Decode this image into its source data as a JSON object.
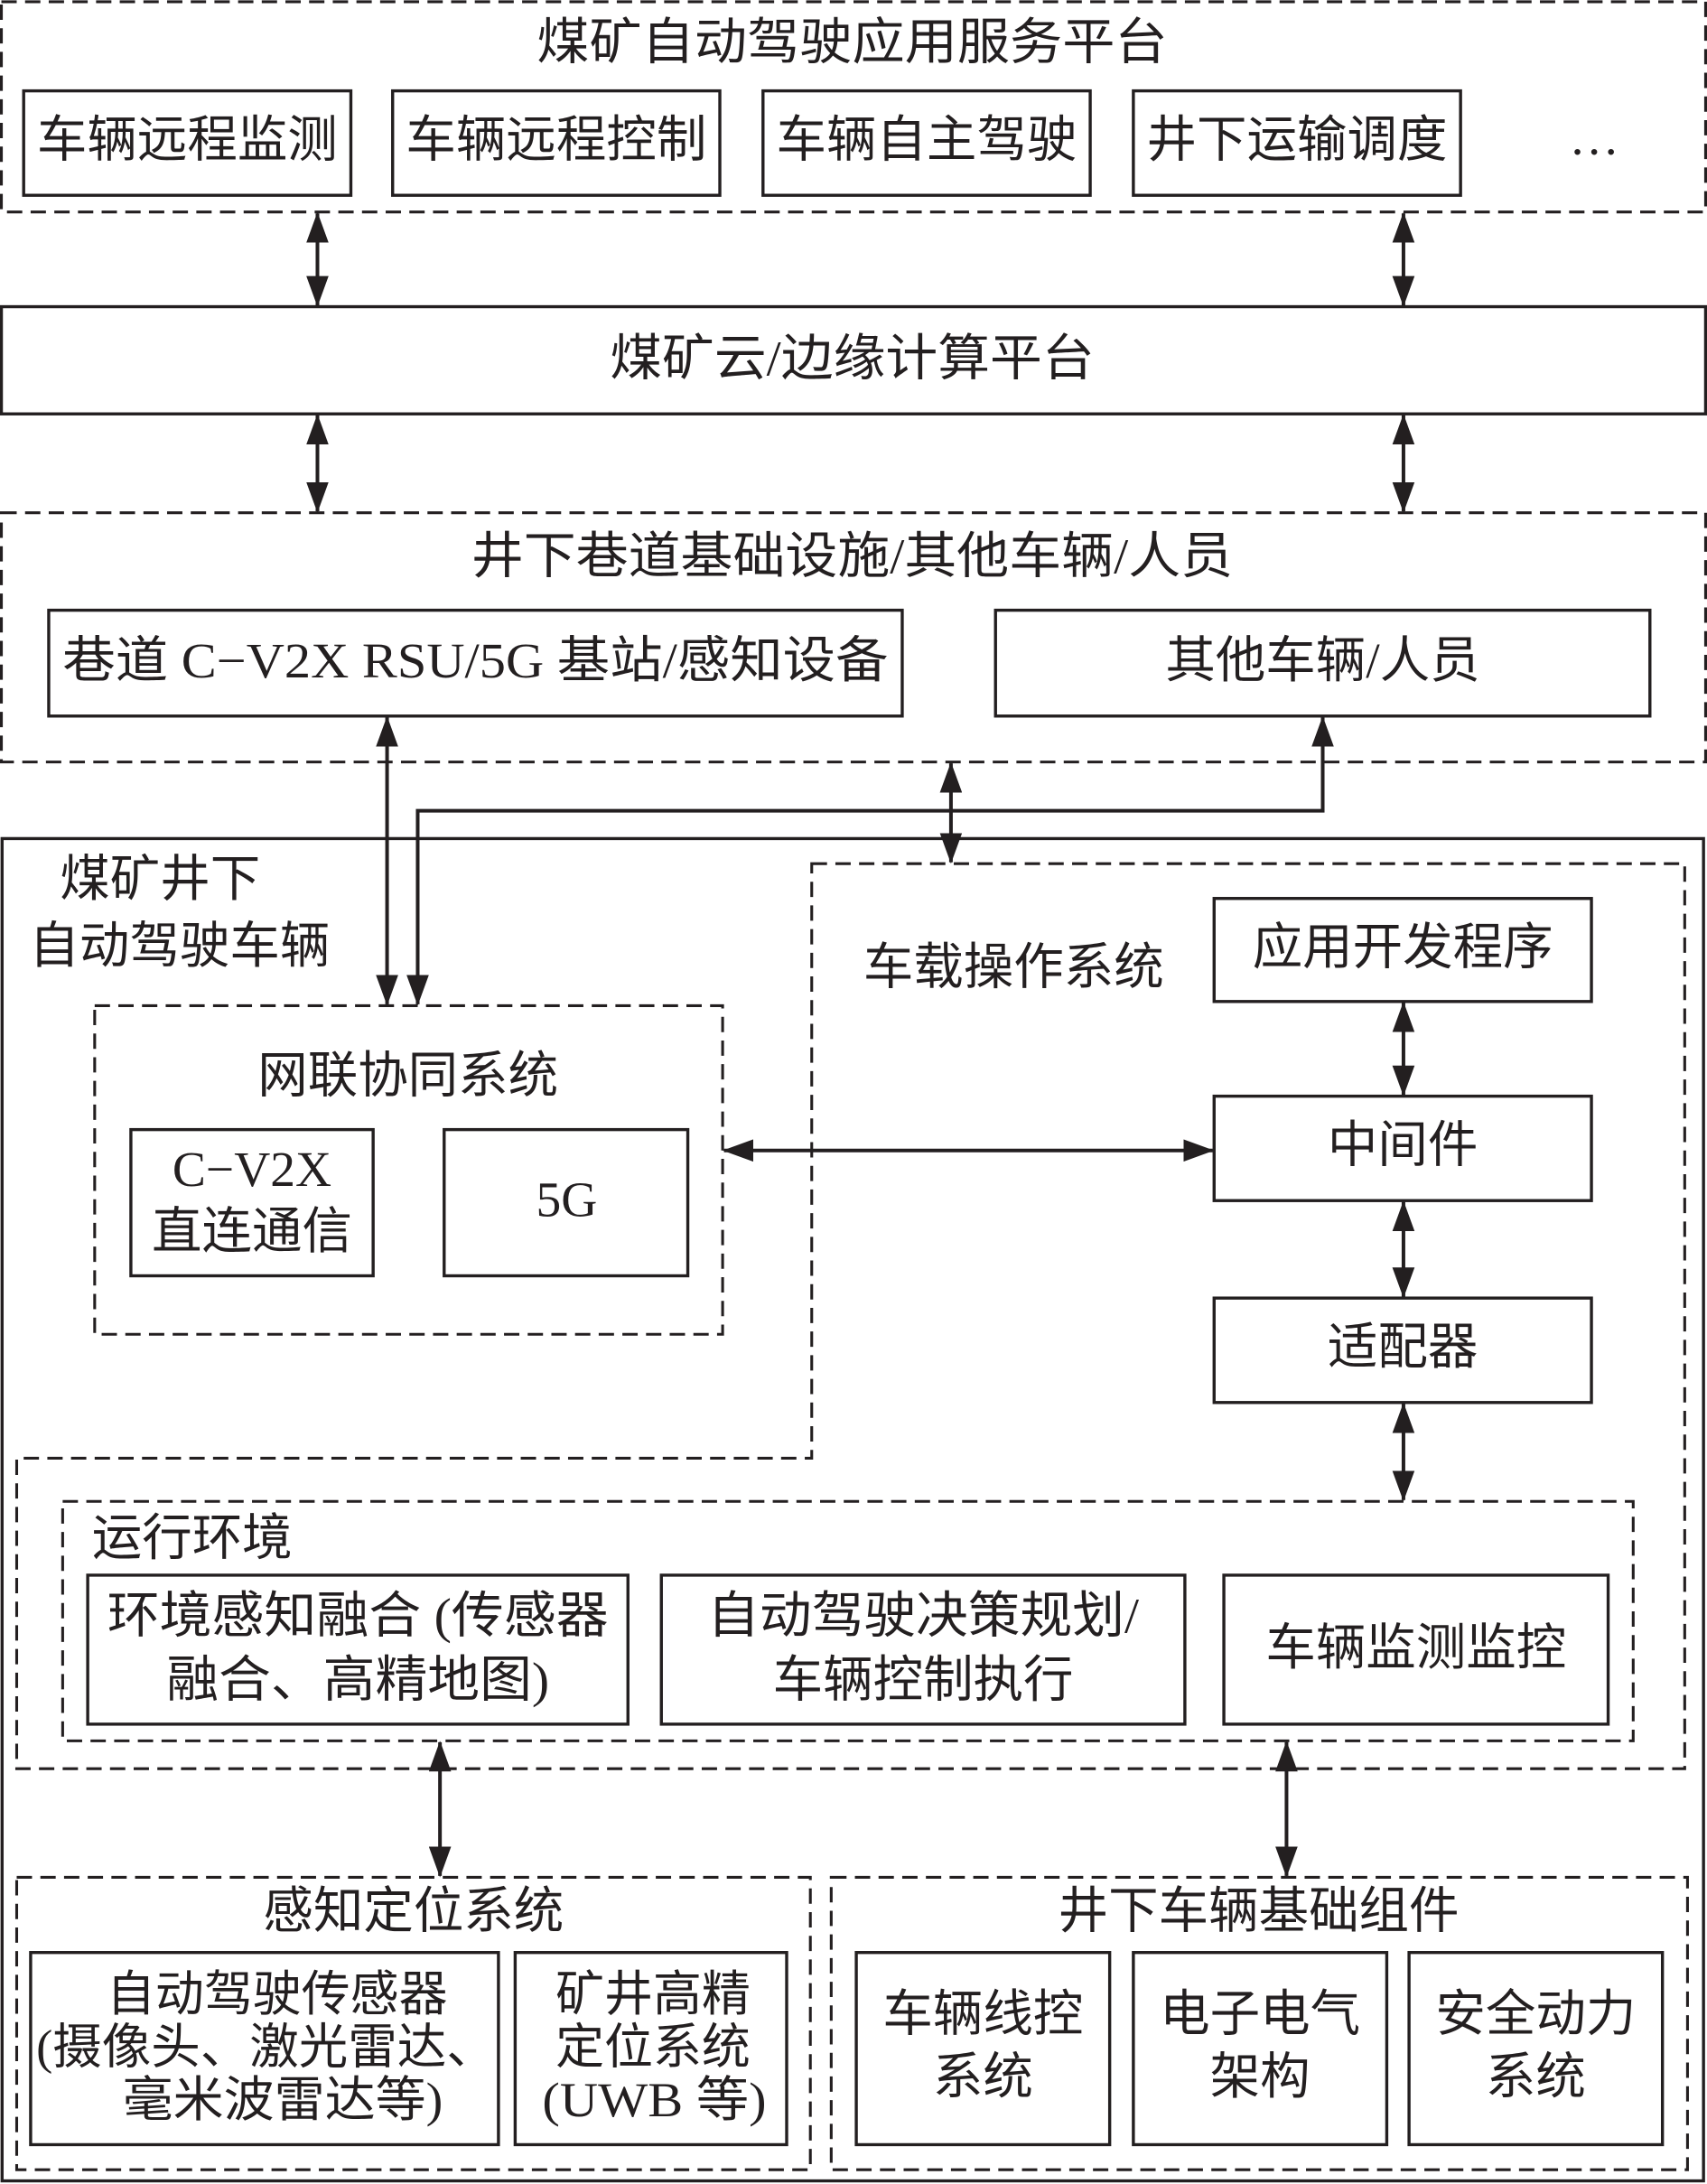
{
  "app_platform": {
    "title": "煤矿自动驾驶应用服务平台",
    "items": [
      "车辆远程监测",
      "车辆远程控制",
      "车辆自主驾驶",
      "井下运输调度"
    ],
    "more": "…"
  },
  "cloud_platform": {
    "title": "煤矿云/边缘计算平台"
  },
  "infrastructure": {
    "title": "井下巷道基础设施/其他车辆/人员",
    "roadway_devices": "巷道 C−V2X RSU/5G 基站/感知设备",
    "others": "其他车辆/人员"
  },
  "vehicle": {
    "title_lines": [
      "煤矿井下",
      "自动驾驶车辆"
    ],
    "network": {
      "title": "网联协同系统",
      "cv2x_lines": [
        "C−V2X",
        "直连通信"
      ],
      "fiveg": "5G"
    },
    "os": {
      "title": "车载操作系统",
      "app_dev": "应用开发程序",
      "middleware": "中间件",
      "adapter": "适配器",
      "runtime": {
        "title": "运行环境",
        "perception_lines": [
          "环境感知融合 (传感器",
          "融合、高精地图)"
        ],
        "decision_lines": [
          "自动驾驶决策规划/",
          "车辆控制执行"
        ],
        "monitoring": "车辆监测监控"
      }
    },
    "sensing": {
      "title": "感知定位系统",
      "sensors_lines": [
        "自动驾驶传感器",
        "(摄像头、激光雷达、",
        "毫米波雷达等)"
      ],
      "positioning_lines": [
        "矿井高精",
        "定位系统",
        "(UWB 等)"
      ]
    },
    "base_components": {
      "title": "井下车辆基础组件",
      "drive_by_wire_lines": [
        "车辆线控",
        "系统"
      ],
      "ee_arch_lines": [
        "电子电气",
        "架构"
      ],
      "safety_power_lines": [
        "安全动力",
        "系统"
      ]
    }
  }
}
